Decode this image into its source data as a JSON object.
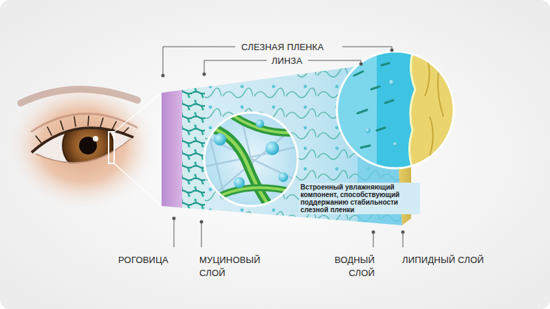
{
  "diagram": {
    "labels": [
      "СЛЕЗНАЯ ПЛЕНКА",
      "ЛИНЗА",
      "Встроенный увлажняющий компонент, способствующий поддержанию стабильности слезной пленки",
      "РОГОВИЦА",
      "МУЦИНОВЫЙ СЛОЙ",
      "ВОДНЫЙ СЛОЙ",
      "ЛИПИДНЫЙ СЛОЙ"
    ]
  }
}
